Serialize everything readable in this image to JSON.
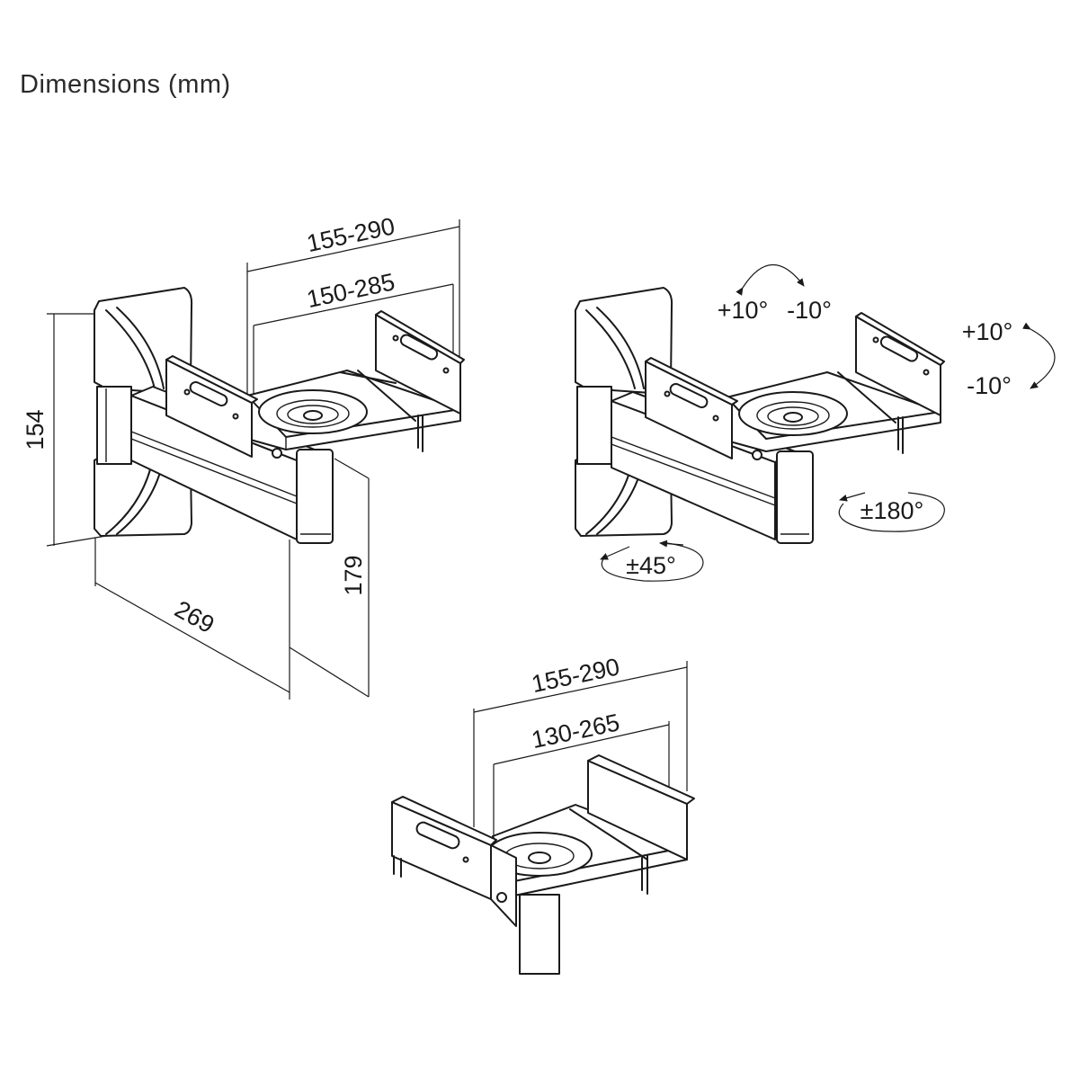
{
  "title": "Dimensions (mm)",
  "views": {
    "left": {
      "outer_width": "155-290",
      "inner_width": "150-285",
      "height": "154",
      "depth": "269",
      "drop": "179"
    },
    "right": {
      "tilt_plus": "+10°",
      "tilt_minus": "-10°",
      "roll_plus": "+10°",
      "roll_minus": "-10°",
      "swivel_top": "±180°",
      "swivel_wall": "±45°"
    },
    "bottom": {
      "outer_width": "155-290",
      "inner_width": "130-265"
    }
  },
  "icons": [
    "rotation-arrow-icon"
  ]
}
